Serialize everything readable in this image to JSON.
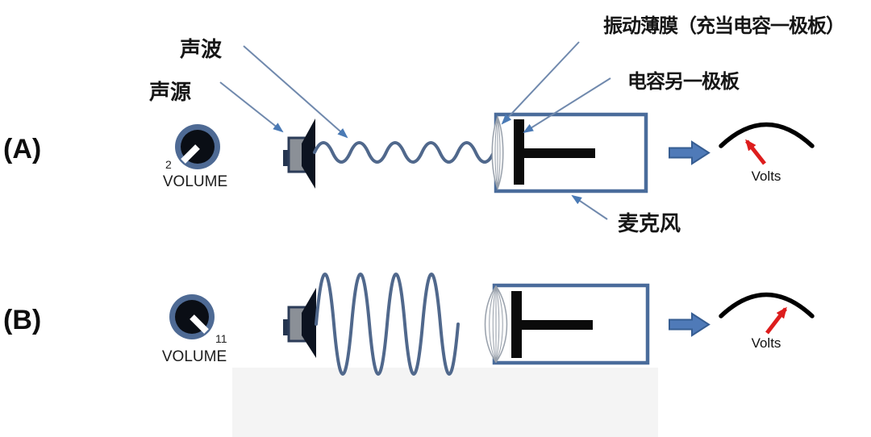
{
  "annotations": {
    "sound_wave": "声波",
    "sound_source": "声源",
    "diaphragm": "振动薄膜（充当电容一极板）",
    "capacitor_plate": "电容另一极板",
    "microphone": "麦克风"
  },
  "rows": [
    {
      "id": "A",
      "label": "(A)",
      "volume_value": "2",
      "volume_caption": "VOLUME",
      "meter_caption": "Volts",
      "wave_amplitude": "small",
      "meter_reading": "low"
    },
    {
      "id": "B",
      "label": "(B)",
      "volume_value": "11",
      "volume_caption": "VOLUME",
      "meter_caption": "Volts",
      "wave_amplitude": "large",
      "meter_reading": "high"
    }
  ],
  "colors": {
    "accent_blue": "#4f7ab8",
    "accent_outline": "#365d92",
    "box_border": "#4a6c9b",
    "wave_stroke": "#50688c",
    "knob_ring": "#4e6a94",
    "knob_face": "#0a0e15",
    "needle_red": "#dd1d1d",
    "leader_line": "#7089ad",
    "leader_head": "#4a7ab5",
    "meter_arc": "#000000",
    "text": "#161616"
  }
}
